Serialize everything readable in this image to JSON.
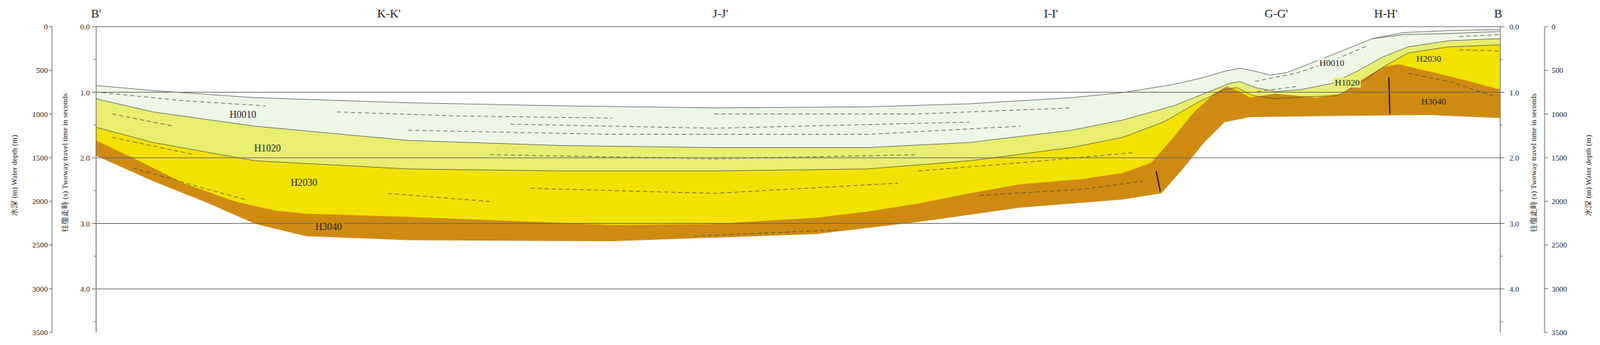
{
  "diagram": {
    "labels": [
      "B'",
      "K-K'",
      "J-J'",
      "I-I'",
      "G-G'",
      "H-H'",
      "B",
      "0",
      "500",
      "1000",
      "1500",
      "2000",
      "2500",
      "3000",
      "3500",
      "0.0",
      "1.0",
      "2.0",
      "3.0",
      "4.0",
      "水深 (m) Water depth (m)",
      "往復走時 (s) Twoway travel time in seconds",
      "0.0",
      "1.0",
      "2.0",
      "3.0",
      "4.0",
      "往復走時 (s) Twoway travel time in seconds",
      "水深 (m) Water depth (m)",
      "0",
      "500",
      "1000",
      "1500",
      "2000",
      "2500",
      "3000",
      "3500",
      "H0010",
      "H1020",
      "H2030",
      "H3040",
      "H0010",
      "H1020",
      "H2030",
      "H3040"
    ]
  }
}
